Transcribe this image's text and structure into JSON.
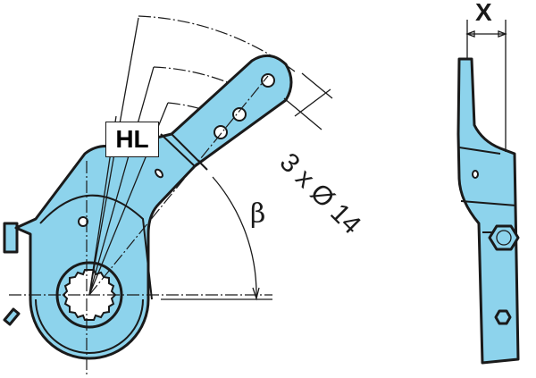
{
  "labels": {
    "stroke_label": "HL",
    "holes_label": "3 x Ø 14",
    "angle_label": "β",
    "width_label": "X"
  },
  "colors": {
    "part": "#8dd3ec",
    "line": "#1a1a1a"
  }
}
